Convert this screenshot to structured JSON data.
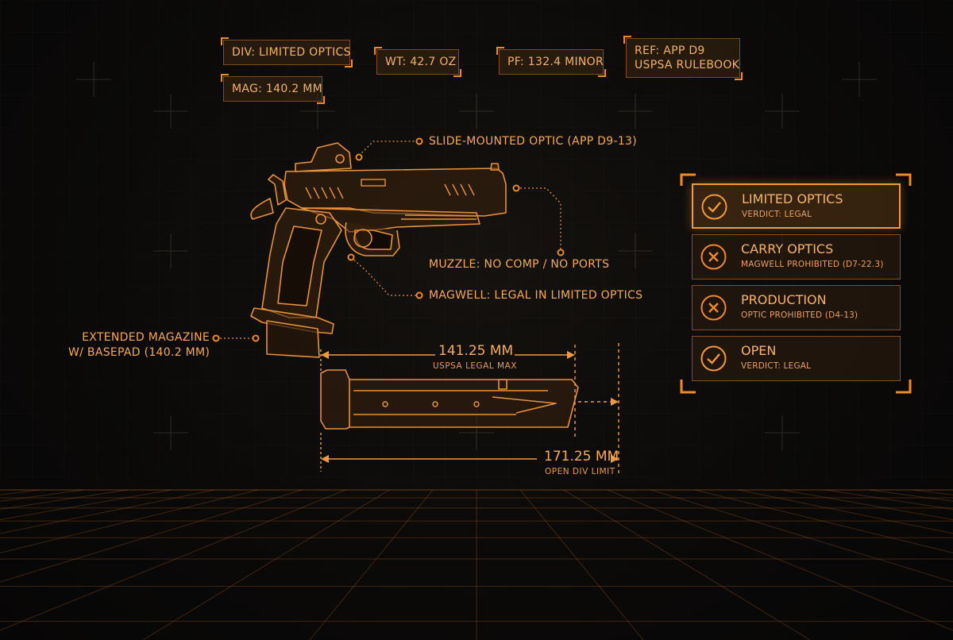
{
  "spec_tags": {
    "division": "DIV: LIMITED OPTICS",
    "magazine": "MAG: 140.2 MM",
    "weight": "WT: 42.7 OZ",
    "power_factor": "PF: 132.4 MINOR",
    "reference_line1": "REF: APP D9",
    "reference_line2": "USPSA RULEBOOK"
  },
  "callouts": {
    "optic": "SLIDE-MOUNTED OPTIC (APP D9-13)",
    "muzzle": "MUZZLE: NO COMP / NO PORTS",
    "magwell": "MAGWELL: LEGAL IN LIMITED OPTICS",
    "magazine_line1": "EXTENDED MAGAZINE",
    "magazine_line2": "W/ BASEPAD (140.2 MM)"
  },
  "dimensions": {
    "legal_max_value": "141.25 MM",
    "legal_max_label": "USPSA LEGAL MAX",
    "open_limit_value": "171.25 MM",
    "open_limit_label": "OPEN DIV LIMIT"
  },
  "verdicts": [
    {
      "division": "LIMITED OPTICS",
      "detail": "VERDICT: LEGAL",
      "status": "legal",
      "icon": "check-circle-icon",
      "active": true
    },
    {
      "division": "CARRY OPTICS",
      "detail": "MAGWELL PROHIBITED (D7-22.3)",
      "status": "prohibited",
      "icon": "x-circle-icon",
      "active": false
    },
    {
      "division": "PRODUCTION",
      "detail": "OPTIC PROHIBITED (D4-13)",
      "status": "prohibited",
      "icon": "x-circle-icon",
      "active": false
    },
    {
      "division": "OPEN",
      "detail": "VERDICT: LEGAL",
      "status": "legal",
      "icon": "check-circle-icon",
      "active": false
    }
  ],
  "colors": {
    "accent": "#f08a24",
    "line": "#e8913a",
    "background": "#0b0a09"
  }
}
